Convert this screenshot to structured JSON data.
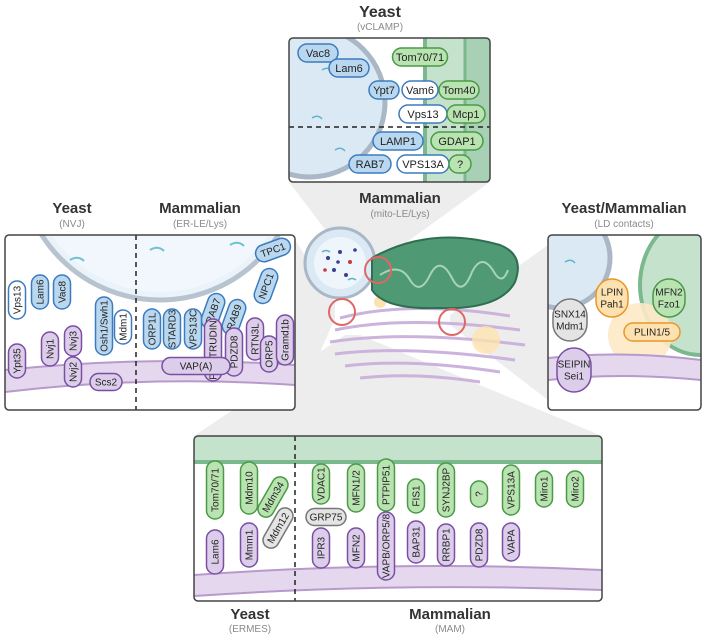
{
  "headers": {
    "top": {
      "title": "Yeast",
      "subtitle": "(vCLAMP)"
    },
    "center": {
      "title": "Mammalian",
      "subtitle": "(mito-LE/Lys)"
    },
    "left_yeast": {
      "title": "Yeast",
      "subtitle": "(NVJ)"
    },
    "left_mammal": {
      "title": "Mammalian",
      "subtitle": "(ER-LE/Lys)"
    },
    "right": {
      "title": "Yeast/Mammalian",
      "subtitle": "(LD contacts)"
    },
    "bottom_yeast": {
      "title": "Yeast",
      "subtitle": "(ERMES)"
    },
    "bottom_mammal": {
      "title": "Mammalian",
      "subtitle": "(MAM)"
    }
  },
  "proteins": {
    "vclamp": [
      "Vac8",
      "Lam6",
      "Tom70/71",
      "Ypt7",
      "Vam6",
      "Tom40",
      "Vps13",
      "Mcp1",
      "LAMP1",
      "GDAP1",
      "RAB7",
      "VPS13A",
      "?"
    ],
    "nvj": [
      "Vps13",
      "Lam6",
      "Vac8",
      "Osh1/Swh1",
      "Mdm1",
      "Nvj1",
      "Nvj3",
      "Nvj2",
      "Scs2",
      "Ypt35"
    ],
    "erlelys": [
      "TPC1",
      "NPC1",
      "RAB7",
      "RAB9",
      "ORP1L",
      "STARD3",
      "VPS13C",
      "PROTRUDIN",
      "PDZD8",
      "RTN3L",
      "ORP5",
      "Gramd1b",
      "VAP(A)"
    ],
    "ld": [
      "SNX14",
      "Mdm1",
      "LPIN",
      "Pah1",
      "MFN2",
      "Fzo1",
      "PLIN1/5",
      "SEIPIN",
      "Sei1"
    ],
    "ermes": [
      "Tom70/71",
      "Mdm10",
      "Mdm34",
      "Mdm12",
      "Mmm1",
      "Lam6"
    ],
    "mam": [
      "VDAC1",
      "GRP75",
      "IPR3",
      "MFN1/2",
      "MFN2",
      "PTPIP51",
      "VAPB/ORP5/8",
      "FIS1",
      "BAP31",
      "SYNJ2BP",
      "RRBP1",
      "?",
      "PDZD8",
      "VPS13A",
      "VAPA",
      "Miro1",
      "Miro2"
    ]
  },
  "colors": {
    "blue_fill": "#b9d8f0",
    "blue_stroke": "#3d7bbf",
    "green_fill": "#b9e3b0",
    "green_stroke": "#4a9a47",
    "purple_fill": "#dccdea",
    "purple_stroke": "#7a4fa3",
    "orange_fill": "#fde2b0",
    "orange_stroke": "#e8962a",
    "grey_fill": "#e4e4e4",
    "grey_stroke": "#777777",
    "lysosome": "#dbe9f5",
    "mito": "#6fb08b",
    "er": "#cbb3dc"
  }
}
